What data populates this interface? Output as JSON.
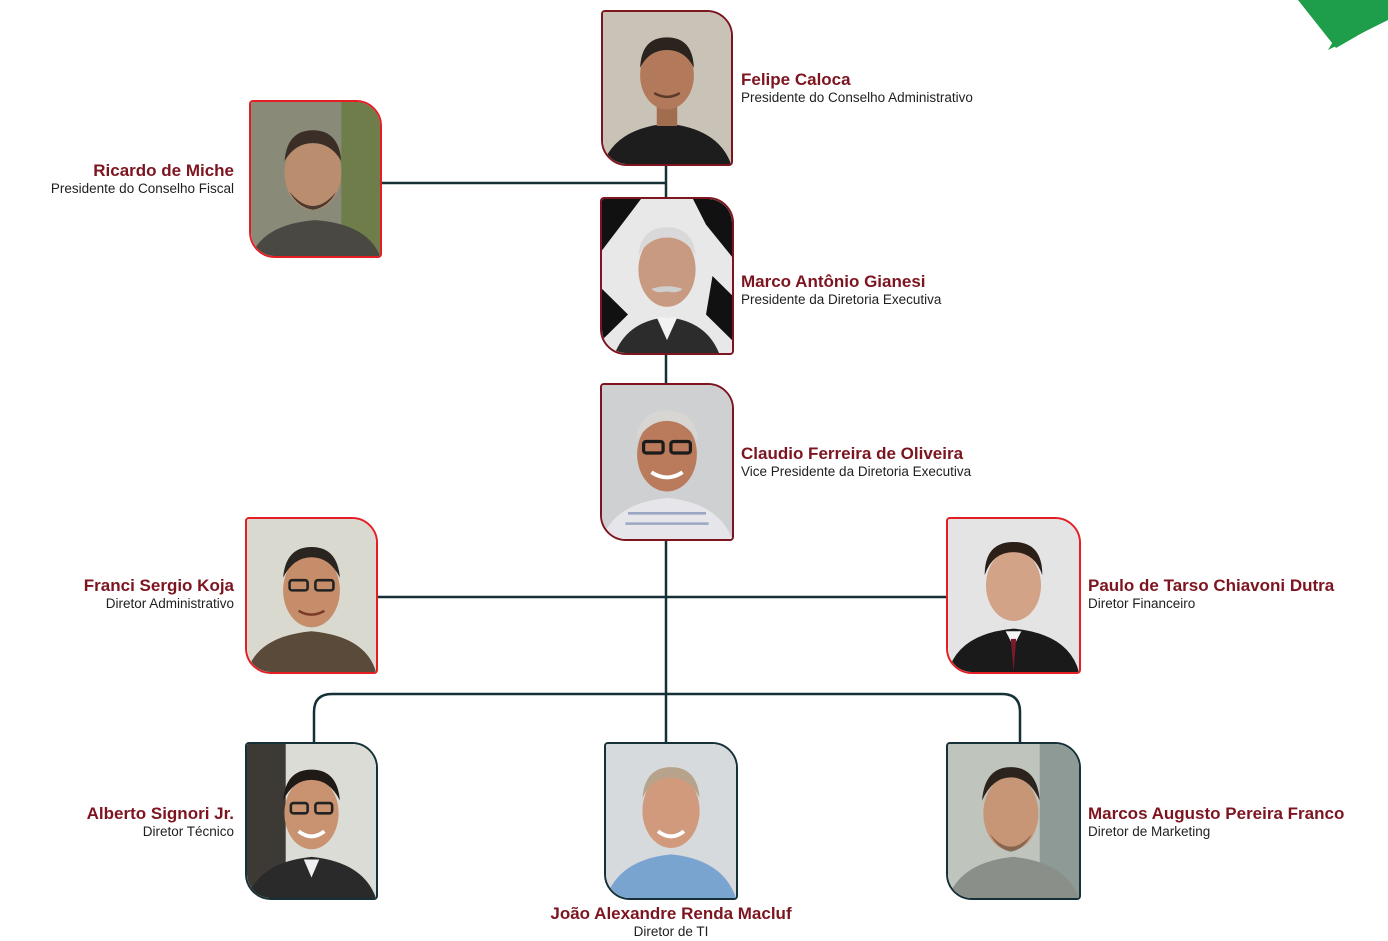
{
  "accent_colors": {
    "name_text": "#7d1520",
    "frame_red": "#e31e24",
    "frame_dark": "#163038",
    "connector": "#163038",
    "corner_green": "#1e9e4a"
  },
  "people": {
    "felipe": {
      "name": "Felipe Caloca",
      "role": "Presidente do Conselho Administrativo"
    },
    "ricardo": {
      "name": "Ricardo de Miche",
      "role": "Presidente do Conselho Fiscal"
    },
    "marco": {
      "name": "Marco Antônio Gianesi",
      "role": "Presidente da Diretoria Executiva"
    },
    "claudio": {
      "name": "Claudio Ferreira de Oliveira",
      "role": "Vice Presidente da Diretoria Executiva"
    },
    "franci": {
      "name": "Franci Sergio Koja",
      "role": "Diretor Administrativo"
    },
    "paulo": {
      "name": "Paulo de Tarso Chiavoni Dutra",
      "role": "Diretor Financeiro"
    },
    "alberto": {
      "name": "Alberto Signori Jr.",
      "role": "Diretor Técnico"
    },
    "joao": {
      "name": "João Alexandre Renda Macluf",
      "role": "Diretor de TI"
    },
    "marcos": {
      "name": "Marcos Augusto Pereira Franco",
      "role": "Diretor de Marketing"
    }
  }
}
